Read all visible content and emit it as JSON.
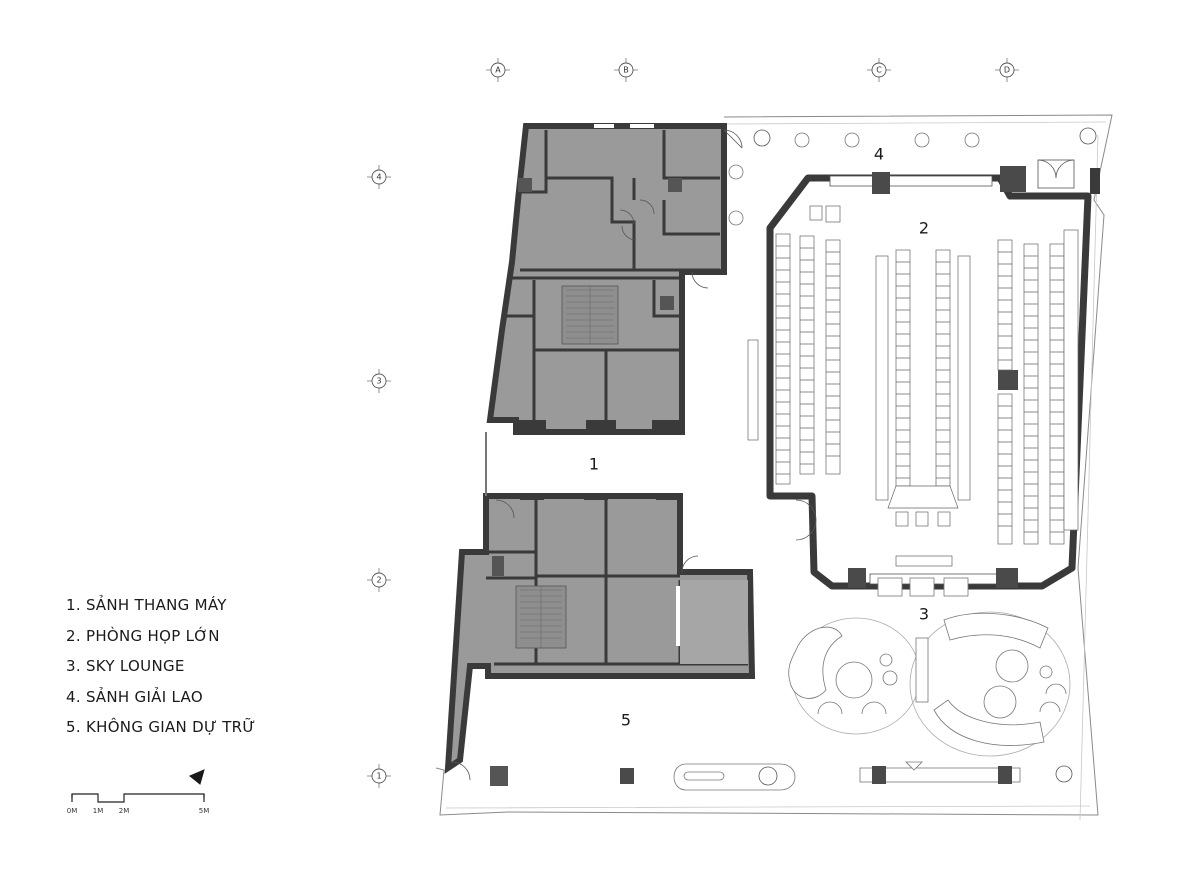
{
  "grid": {
    "columns": [
      "A",
      "B",
      "C",
      "D"
    ],
    "rows": [
      "4",
      "3",
      "2",
      "1"
    ]
  },
  "rooms": {
    "r1": "1",
    "r2": "2",
    "r3": "3",
    "r4": "4",
    "r5": "5"
  },
  "legend": [
    "1. SẢNH THANG MÁY",
    "2. PHÒNG HỌP LỚN",
    "3. SKY LOUNGE",
    "4. SẢNH GIẢI LAO",
    "5. KHÔNG GIAN DỰ TRỮ"
  ],
  "scale_bar": {
    "labels": [
      "0M",
      "1M",
      "2M",
      "5M"
    ],
    "values_m": [
      0,
      1,
      2,
      5
    ]
  },
  "colors": {
    "wall": "#3a3a3a",
    "room_fill": "#9a9a9a",
    "line": "#555555",
    "light_line": "#999999"
  }
}
